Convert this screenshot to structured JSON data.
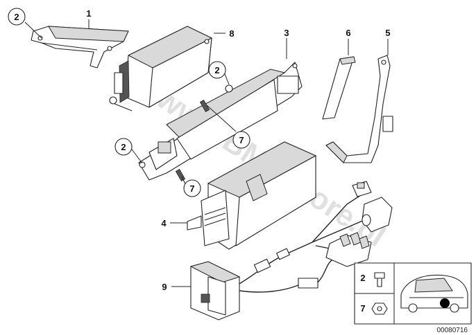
{
  "callouts": {
    "c1": "1",
    "c2a": "2",
    "c2b": "2",
    "c2c": "2",
    "c3": "3",
    "c4": "4",
    "c5": "5",
    "c6": "6",
    "c7a": "7",
    "c7b": "7",
    "c8": "8",
    "c9": "9"
  },
  "legend": {
    "item_a": "2",
    "item_b": "7"
  },
  "diagram_number": "00080716",
  "watermark": "www.BMWstore.pl"
}
